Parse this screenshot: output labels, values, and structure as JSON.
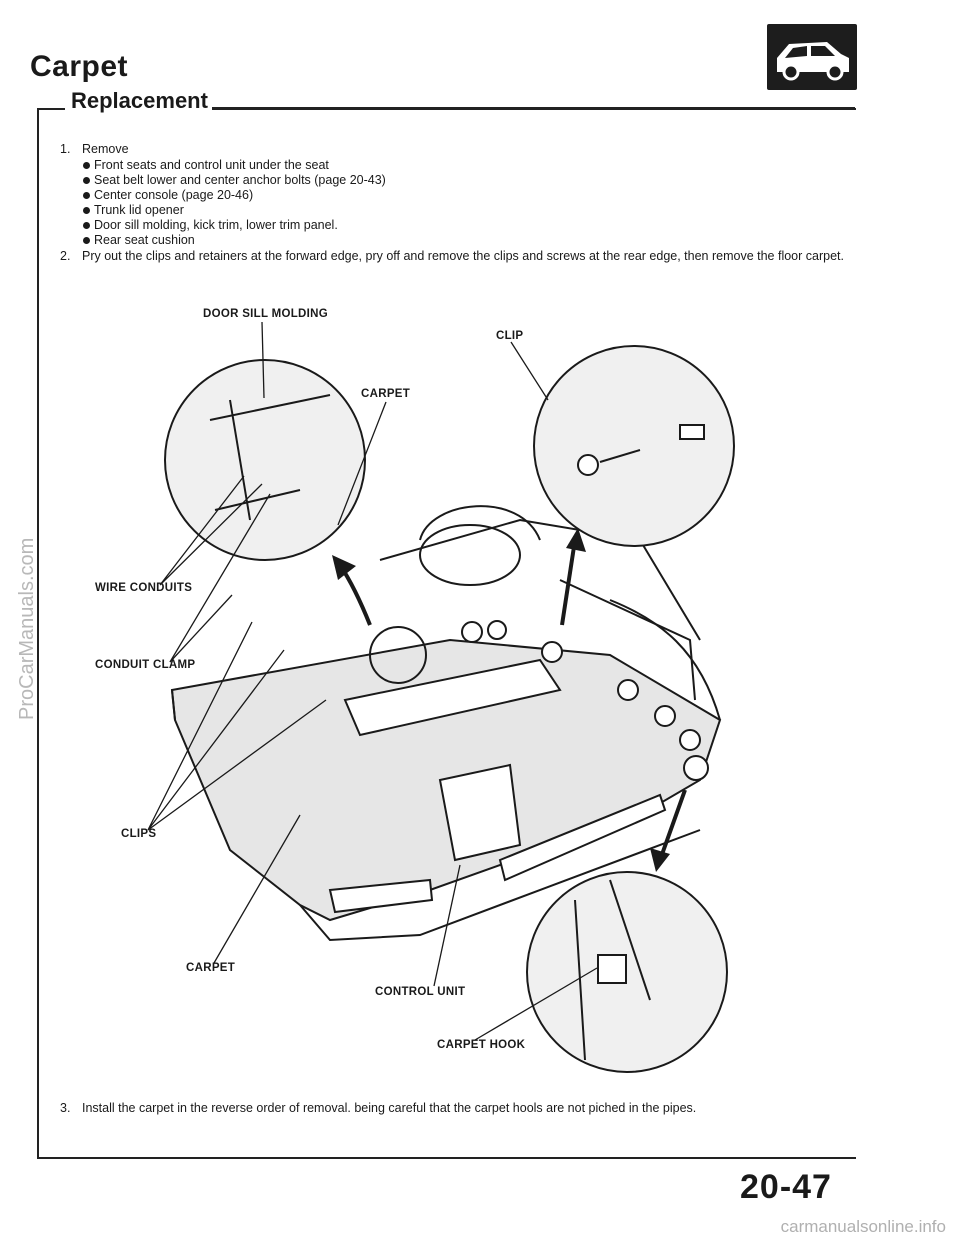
{
  "page": {
    "title": "Carpet",
    "section_icon": "car-body-icon",
    "subheading": "Replacement",
    "page_number": "20-47"
  },
  "steps": {
    "step1": {
      "number": "1.",
      "text": "Remove",
      "items": [
        "Front seats and control unit under the seat",
        "Seat belt lower and center anchor bolts (page 20-43)",
        "Center console (page 20-46)",
        "Trunk lid opener",
        "Door sill molding, kick trim, lower trim panel.",
        "Rear seat cushion"
      ]
    },
    "step2": {
      "number": "2.",
      "text": "Pry out the clips and retainers at the forward edge, pry off and remove the clips and screws at the rear edge, then remove the floor carpet."
    },
    "step3": {
      "number": "3.",
      "text": "Install the carpet in the reverse order of removal. being careful that the carpet hools are not piched in the pipes."
    }
  },
  "callouts": {
    "door_sill_molding": "DOOR SILL MOLDING",
    "clip": "CLIP",
    "carpet_top": "CARPET",
    "wire_conduits": "WIRE CONDUITS",
    "conduit_clamp": "CONDUIT CLAMP",
    "clips": "CLIPS",
    "carpet_bottom": "CARPET",
    "control_unit": "CONTROL UNIT",
    "carpet_hook": "CARPET HOOK"
  },
  "watermarks": {
    "side": "ProCarManuals.com",
    "footer": "carmanualsonline.info"
  }
}
